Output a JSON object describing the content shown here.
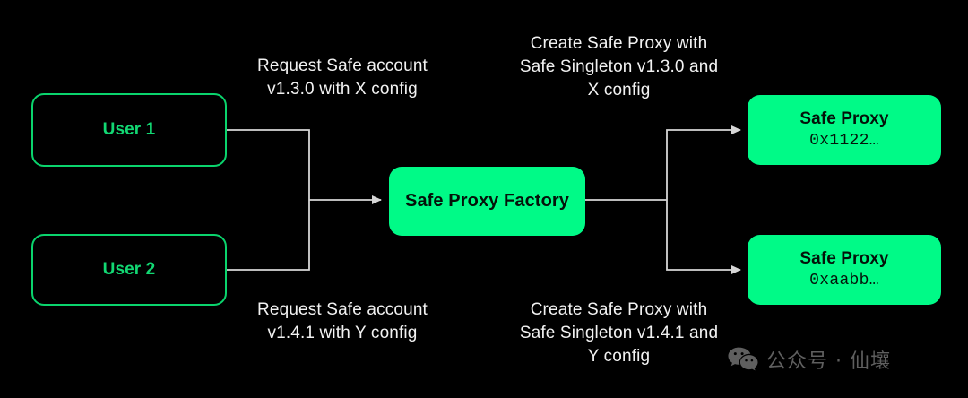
{
  "diagram": {
    "title": "Safe Proxy Factory flow",
    "background_color": "#000000",
    "accent_fill": "#00fa87",
    "accent_outline": "#0ad46d",
    "line_color": "#d6d6d6",
    "nodes": {
      "user1": {
        "title": "User 1"
      },
      "user2": {
        "title": "User 2"
      },
      "factory": {
        "title": "Safe Proxy Factory"
      },
      "proxy1": {
        "title": "Safe Proxy",
        "address": "0x1122…"
      },
      "proxy2": {
        "title": "Safe Proxy",
        "address": "0xaabb…"
      }
    },
    "labels": {
      "request_top": "Request Safe account\nv1.3.0 with X config",
      "request_bottom": "Request Safe account\nv1.4.1 with Y config",
      "create_top": "Create Safe Proxy with\nSafe Singleton v1.3.0 and\nX config",
      "create_bottom": "Create Safe Proxy with\nSafe Singleton v1.4.1 and\nY config"
    }
  },
  "watermark": {
    "text": "公众号 · 仙壤",
    "icon": "wechat-icon",
    "color": "#9a9a9a"
  }
}
